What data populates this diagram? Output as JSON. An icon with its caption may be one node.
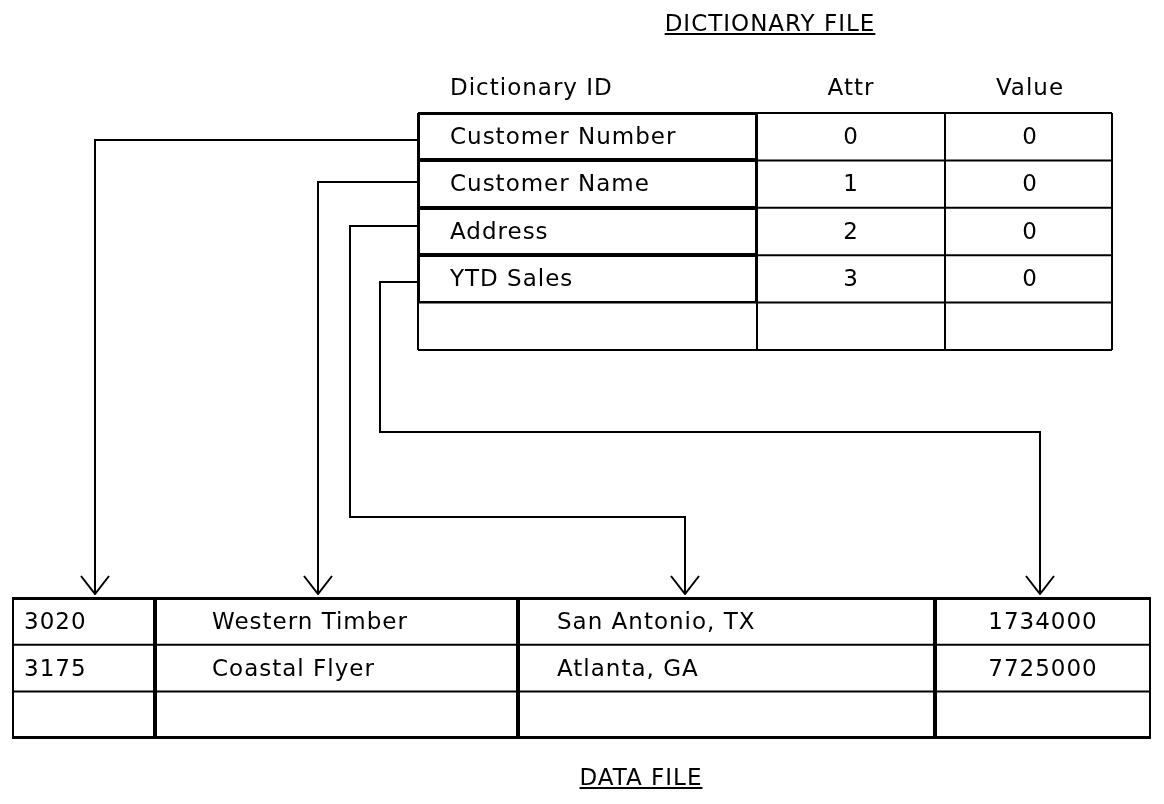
{
  "diagram": {
    "title": "DICTIONARY FILE",
    "caption": "DATA FILE",
    "nodes": [
      {
        "text": [
          "Customer Number"
        ]
      },
      {
        "text": [
          "Customer Name"
        ]
      },
      {
        "text": [
          "Address"
        ]
      },
      {
        "text": [
          "YTD Sales"
        ]
      },
      {
        "text": [
          "3020",
          "3175"
        ]
      },
      {
        "text": [
          "Western Timber",
          "Coastal Flyer"
        ]
      },
      {
        "text": [
          "San Antonio, TX",
          "Atlanta, GA"
        ]
      },
      {
        "text": [
          "1734000",
          "7725000"
        ]
      }
    ],
    "edges": [
      {
        "from": 0,
        "to": 4,
        "arrow": "to"
      },
      {
        "from": 1,
        "to": 5,
        "arrow": "to"
      },
      {
        "from": 2,
        "to": 6,
        "arrow": "to"
      },
      {
        "from": 3,
        "to": 7,
        "arrow": "to"
      }
    ],
    "labels": [
      "Dictionary ID",
      "Attr",
      "Value",
      "0",
      "0",
      "1",
      "0",
      "2",
      "0",
      "3",
      "0"
    ]
  }
}
